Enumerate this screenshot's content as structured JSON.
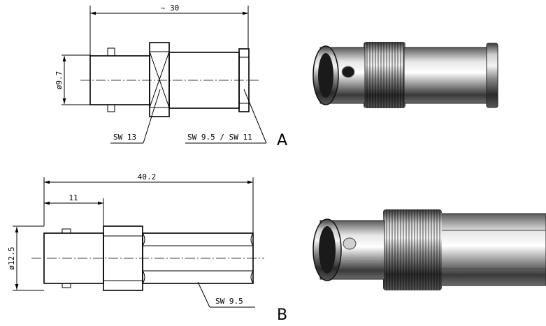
{
  "drawing_a": {
    "overall_length": "~ 30",
    "diameter": "ø9.7",
    "wrench_left": "SW 13",
    "wrench_right": "SW 9.5 / SW 11",
    "variant_letter": "A"
  },
  "drawing_b": {
    "overall_length": "40.2",
    "partial_length": "11",
    "diameter": "ø12.5",
    "wrench": "SW 9.5",
    "variant_letter": "B"
  }
}
